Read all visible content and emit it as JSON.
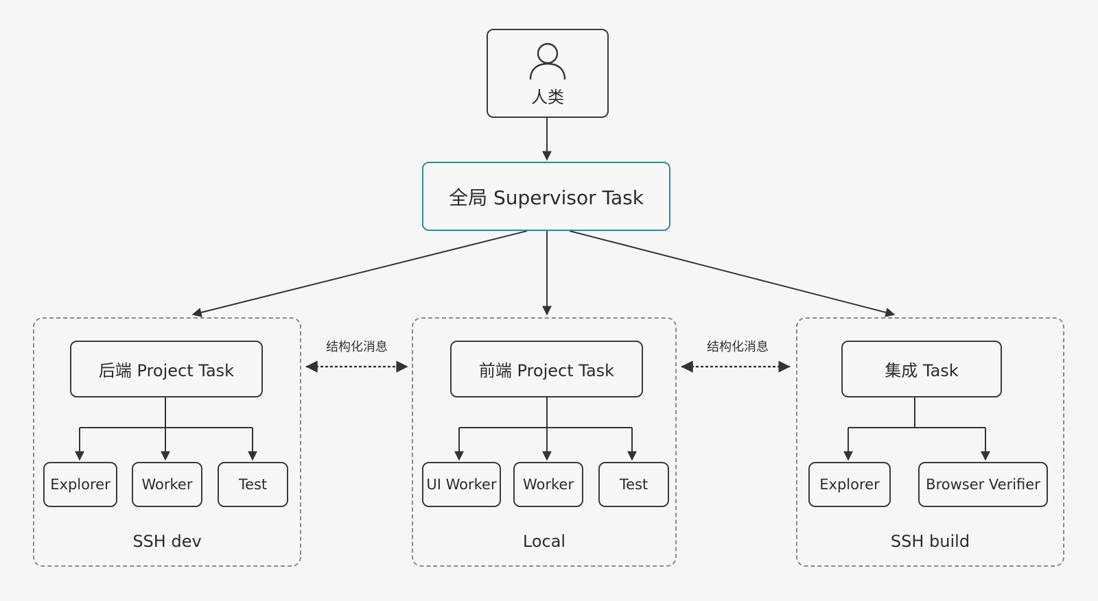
{
  "human": {
    "icon": "person-icon",
    "label": "人类"
  },
  "supervisor": {
    "label": "全局 Supervisor Task",
    "border_color": "#2f8f86"
  },
  "groups": [
    {
      "environment": "SSH dev",
      "project": "后端 Project Task",
      "workers": [
        "Explorer",
        "Worker",
        "Test"
      ]
    },
    {
      "environment": "Local",
      "project": "前端 Project Task",
      "workers": [
        "UI Worker",
        "Worker",
        "Test"
      ]
    },
    {
      "environment": "SSH build",
      "project": "集成 Task",
      "workers": [
        "Explorer",
        "Browser Verifier"
      ]
    }
  ],
  "messages": [
    "结构化消息",
    "结构化消息"
  ]
}
